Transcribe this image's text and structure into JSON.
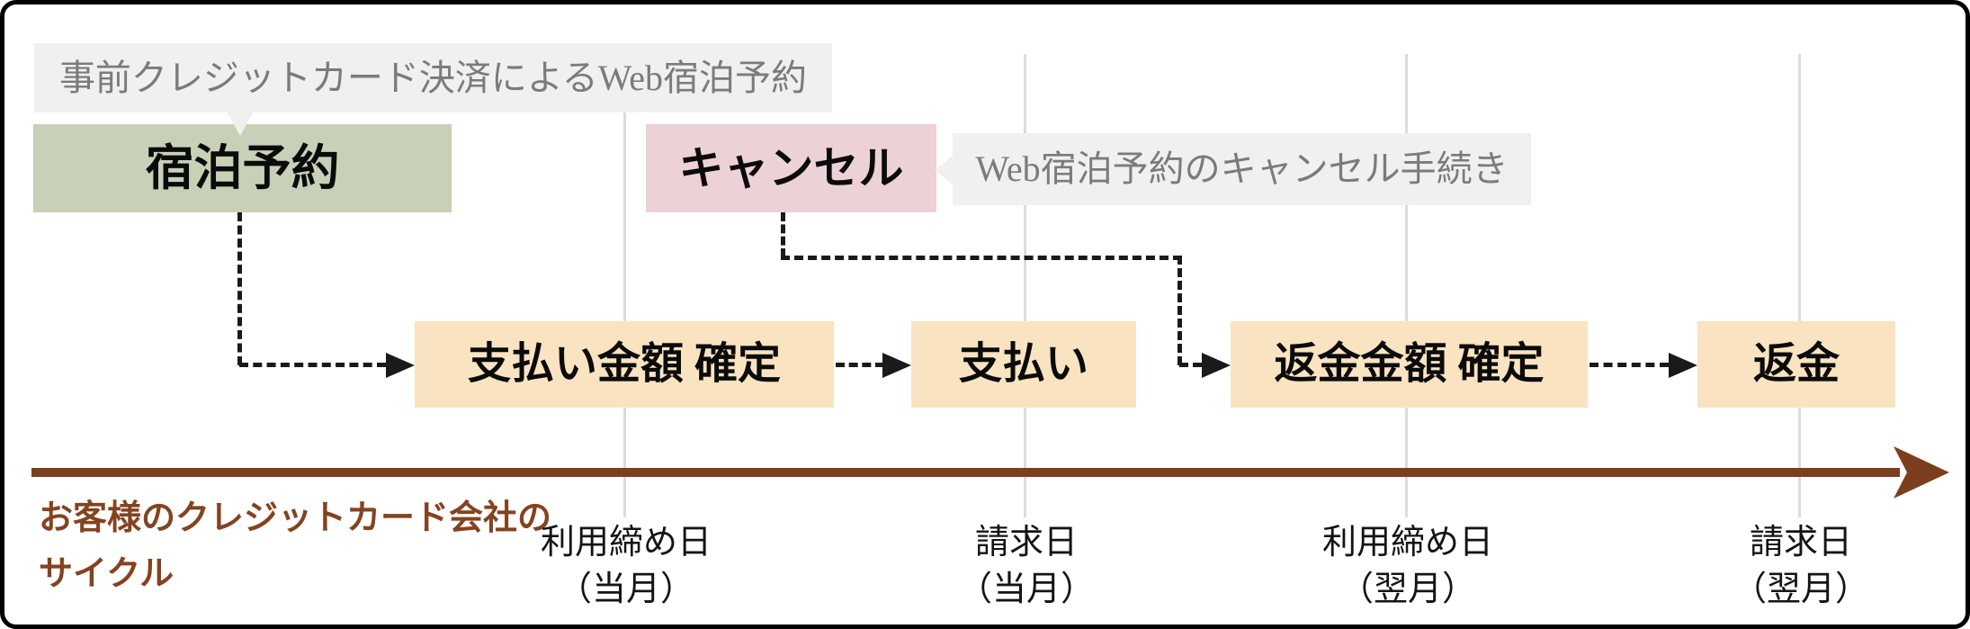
{
  "diagram": {
    "description_visible_text_only": true
  },
  "tooltips": {
    "booking": {
      "text": "事前クレジットカード決済によるWeb宿泊予約"
    },
    "cancel": {
      "text": "Web宿泊予約のキャンセル手続き"
    }
  },
  "nodes": {
    "reservation": {
      "label": "宿泊予約"
    },
    "cancel": {
      "label": "キャンセル"
    }
  },
  "steps": [
    {
      "label": "支払い金額 確定"
    },
    {
      "label": "支払い"
    },
    {
      "label": "返金金額 確定"
    },
    {
      "label": "返金"
    }
  ],
  "timeline": {
    "cycle_label": {
      "line1": "お客様のクレジットカード会社の",
      "line2": "サイクル"
    },
    "markers": [
      {
        "line1": "利用締め日",
        "line2": "（当月）"
      },
      {
        "line1": "請求日",
        "line2": "（当月）"
      },
      {
        "line1": "利用締め日",
        "line2": "（翌月）"
      },
      {
        "line1": "請求日",
        "line2": "（翌月）"
      }
    ]
  },
  "palette": {
    "reservation_green": "#c7d1b7",
    "cancel_pink": "#ecd2d7",
    "step_tan": "#fae3c1",
    "tooltip_gray": "#f0f0f0",
    "tooltip_text_gray": "#7b7b7b",
    "timeline_brown": "#7b3f1e",
    "cycle_text_brown": "#84431f",
    "gridline_gray": "#dcdcdc",
    "connector_black": "#1a1a1a",
    "canvas_border": "#000000"
  }
}
